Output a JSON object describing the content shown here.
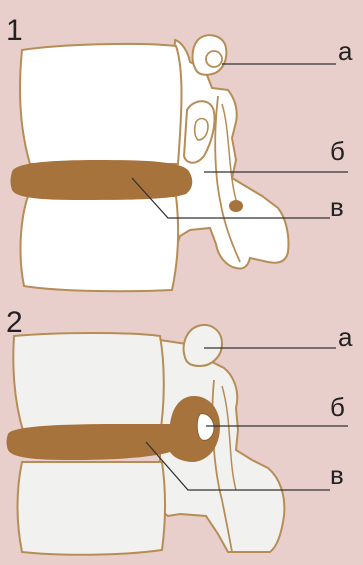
{
  "panels": [
    {
      "number": "1",
      "labels": {
        "a": "а",
        "b": "б",
        "v": "в"
      }
    },
    {
      "number": "2",
      "labels": {
        "a": "а",
        "b": "б",
        "v": "в"
      }
    }
  ],
  "colors": {
    "background": "#e8cfcb",
    "bone_fill_panel1": "#ffffff",
    "bone_fill_panel2": "#f1f1ef",
    "outline": "#b78d57",
    "disc": "#a7733d",
    "leader": "#333333"
  }
}
